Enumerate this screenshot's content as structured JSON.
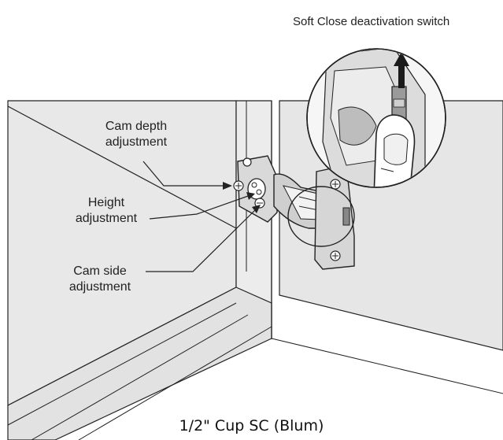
{
  "labels": {
    "soft_close_switch": "Soft Close deactivation switch",
    "cam_depth": [
      "Cam depth",
      "adjustment"
    ],
    "height": [
      "Height",
      "adjustment"
    ],
    "cam_side": [
      "Cam side",
      "adjustment"
    ]
  },
  "caption": "1/2\" Cup SC (Blum)",
  "colors": {
    "panel_fill": "#e8e8e8",
    "line": "#222222",
    "hardware_fill": "#d9d9d9",
    "background": "#ffffff"
  }
}
